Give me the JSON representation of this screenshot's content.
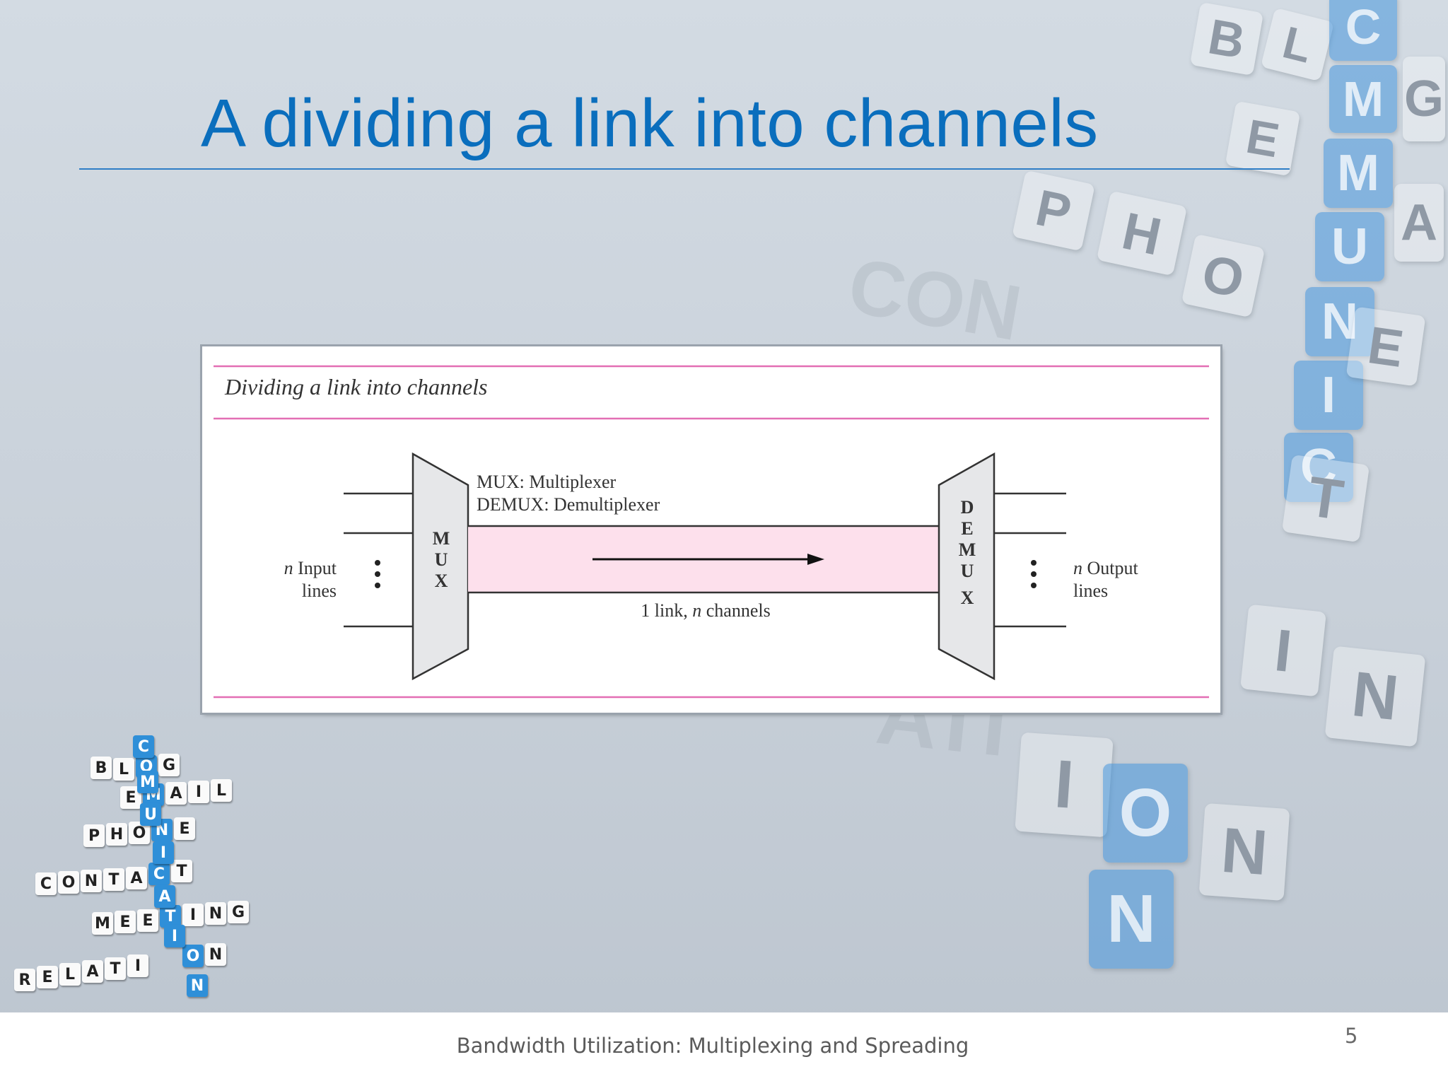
{
  "slide": {
    "title": "A dividing a link into channels",
    "page_number": "5",
    "footer": "Bandwidth Utilization: Multiplexing and Spreading"
  },
  "figure": {
    "caption": "Dividing a link into channels",
    "mux_legend": "MUX: Multiplexer",
    "demux_legend": "DEMUX: Demultiplexer",
    "mux_letters": [
      "M",
      "U",
      "X"
    ],
    "demux_letters": [
      "D",
      "E",
      "M",
      "U",
      "X"
    ],
    "input_label": {
      "italic": "n",
      "line1": " Input",
      "line2": "lines"
    },
    "output_label": {
      "italic": "n",
      "line1": " Output",
      "line2": "lines"
    },
    "link_label": {
      "prefix": "1 link, ",
      "italic": "n",
      "suffix": " channels"
    },
    "colors": {
      "rule": "#e36fb4",
      "link_fill": "#fde0ec",
      "box_fill": "#e6e7e9",
      "title": "#0a6ebd"
    }
  },
  "decoration": {
    "logo_words": [
      "BLOG",
      "EMAIL",
      "PHONE",
      "CONTACT",
      "MEETING",
      "RELATION"
    ],
    "logo_vertical": "COMMUNICATION"
  }
}
